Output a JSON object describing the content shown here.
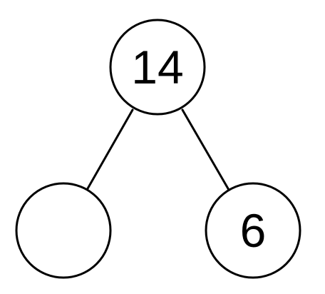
{
  "diagram": {
    "type": "number-bond",
    "whole": {
      "value": "14"
    },
    "parts": [
      {
        "value": ""
      },
      {
        "value": "6"
      }
    ]
  }
}
